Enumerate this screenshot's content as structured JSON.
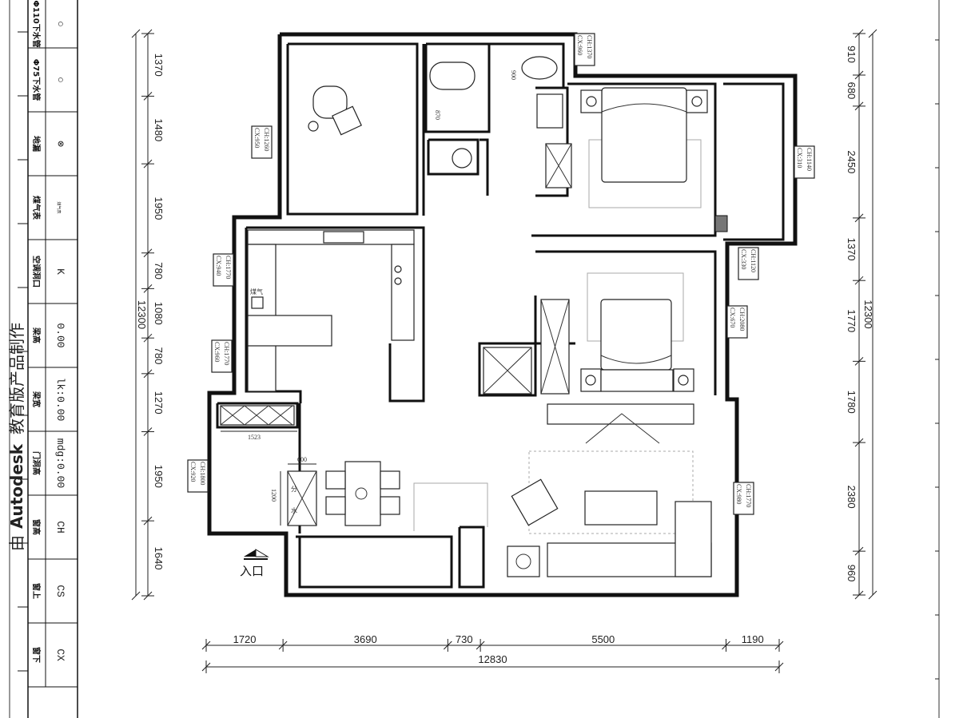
{
  "watermark": {
    "prefix": "由",
    "brand": "Autodesk",
    "suffix": "教育版产品制作"
  },
  "legend": [
    {
      "label": "Φ110下水管",
      "symbol": "○"
    },
    {
      "label": "Φ75下水管",
      "symbol": "○"
    },
    {
      "label": "地漏",
      "symbol": "⊗"
    },
    {
      "label": "煤气表",
      "symbol": "煤气表"
    },
    {
      "label": "空调洞口",
      "symbol": "K"
    },
    {
      "label": "梁高",
      "symbol": "0.00"
    },
    {
      "label": "梁宽",
      "symbol": "lk:0.00"
    },
    {
      "label": "门洞高",
      "symbol": "mdg:0.00"
    },
    {
      "label": "窗高",
      "symbol": "CH"
    },
    {
      "label": "窗上",
      "symbol": "CS"
    },
    {
      "label": "窗下",
      "symbol": "CX"
    }
  ],
  "dimensions": {
    "left": {
      "segments": [
        1370,
        1480,
        1950,
        780,
        1080,
        780,
        1270,
        1950,
        1640
      ],
      "total": "12300"
    },
    "right": {
      "segments": [
        910,
        680,
        2450,
        1370,
        1770,
        1780,
        2380,
        960
      ],
      "total": "12300"
    },
    "bottom": {
      "segments": [
        1720,
        3690,
        730,
        5500,
        1190
      ],
      "total": "12830"
    }
  },
  "windows": [
    {
      "ch": "CH:1260",
      "cx": "CX:950"
    },
    {
      "ch": "CH:1370",
      "cx": "CX:960"
    },
    {
      "ch": "CH:1140",
      "cx": "CX:310"
    },
    {
      "ch": "CH:1120",
      "cx": "CX:330"
    },
    {
      "ch": "CH:2080",
      "cx": "CX:670"
    },
    {
      "ch": "CH:1770",
      "cx": "CX:980"
    },
    {
      "ch": "CH:1770",
      "cx": "CX:940"
    },
    {
      "ch": "CH:1770",
      "cx": "CX:960"
    },
    {
      "ch": "CH:1800",
      "cx": "CX:920"
    }
  ],
  "annotations": {
    "entrance": "入口",
    "cabinet_width": "1523",
    "shoe_cab_w": "600",
    "shoe_cab_h": "1200",
    "water_divider_1": "分",
    "water_divider_2": "水",
    "toilet_dim": "900",
    "shower_dim": "870",
    "gas_meter": "煤气"
  }
}
